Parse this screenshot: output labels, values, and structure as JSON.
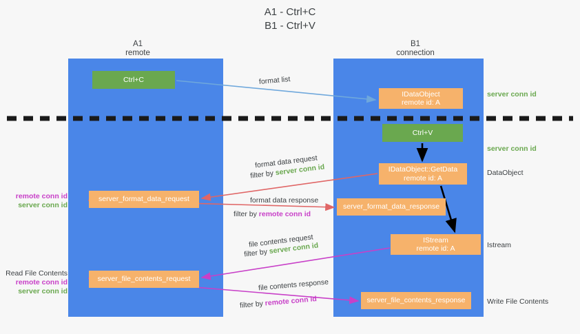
{
  "title": {
    "line1": "A1 - Ctrl+C",
    "line2": "B1 - Ctrl+V"
  },
  "lanes": [
    {
      "name": "A1",
      "sub": "remote",
      "color": "#4a86e8"
    },
    {
      "name": "B1",
      "sub": "connection",
      "color": "#4a86e8"
    }
  ],
  "colors": {
    "lane_blue": "#4a86e8",
    "green_box": "#6aa84f",
    "orange_box": "#f6b26b",
    "green_text": "#6aa84f",
    "magenta_text": "#c840c8",
    "red_arrow": "#e06666",
    "magenta_arrow": "#c840c8",
    "lightblue_arrow": "#6fa8dc",
    "black_arrow": "#000000",
    "background": "#f7f7f7"
  },
  "boxes": {
    "ctrl_c": {
      "label": "Ctrl+C"
    },
    "ctrl_v": {
      "label": "Ctrl+V"
    },
    "idataobject": {
      "line1": "IDataObject",
      "line2": "remote id: A"
    },
    "getdata": {
      "line1": "IDataObject::GetData",
      "line2": "remote id: A"
    },
    "istream": {
      "line1": "IStream",
      "line2": "remote id: A"
    },
    "format_data_request": {
      "label": "server_format_data_request"
    },
    "format_data_response": {
      "label": "server_format_data_response"
    },
    "file_contents_request": {
      "label": "server_file_contents_request"
    },
    "file_contents_response": {
      "label": "server_file_contents_response"
    }
  },
  "annotations": {
    "format_list": "format list",
    "format_data_request": "format data request",
    "filter_by": "filter by",
    "server_conn_id": "server conn id",
    "remote_conn_id": "remote conn id",
    "format_data_response": "format data response",
    "file_contents_request": "file contents request",
    "file_contents_response": "file contents response",
    "data_object": "DataObject",
    "istream_label": "Istream",
    "write_file_contents": "Write File Contents",
    "read_file_contents": "Read File Contents"
  }
}
